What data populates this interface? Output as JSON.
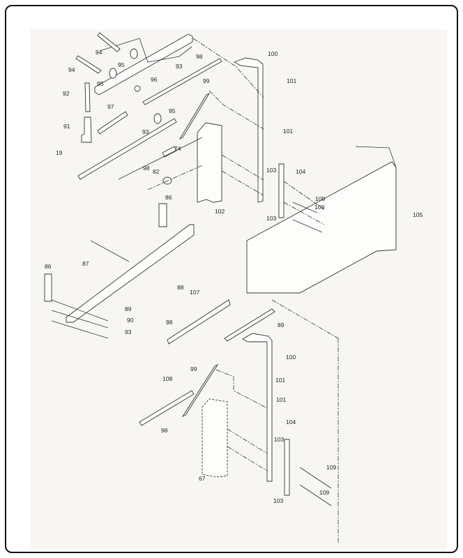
{
  "diagram": {
    "type": "exploded parts diagram",
    "part_labels": [
      "94",
      "98",
      "100",
      "94",
      "95",
      "93",
      "95",
      "96",
      "101",
      "92",
      "99",
      "97",
      "95",
      "91",
      "93",
      "101",
      "19",
      "74",
      "98",
      "82",
      "103",
      "104",
      "109",
      "109",
      "102",
      "103",
      "105",
      "86",
      "87",
      "86",
      "88",
      "107",
      "89",
      "90",
      "89",
      "98",
      "93",
      "100",
      "99",
      "101",
      "108",
      "101",
      "104",
      "98",
      "103",
      "109",
      "109",
      "103",
      "67"
    ]
  }
}
